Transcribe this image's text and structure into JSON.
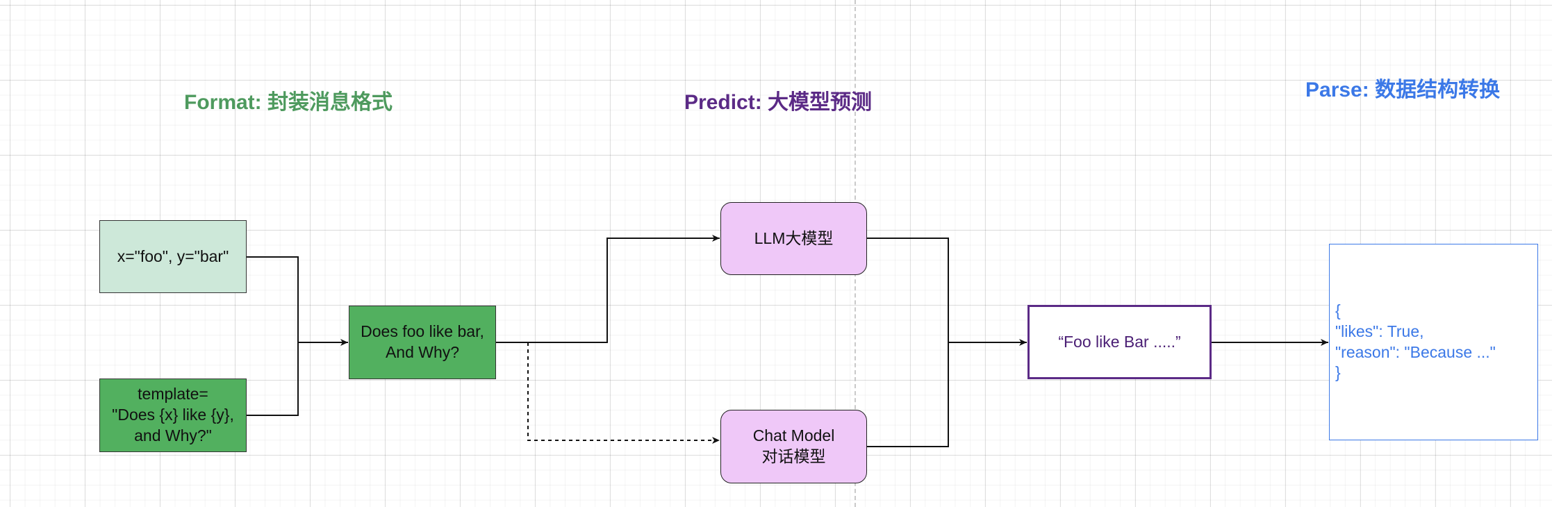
{
  "titles": {
    "format": "Format: 封装消息格式",
    "predict": "Predict: 大模型预测",
    "parse": "Parse: 数据结构转换"
  },
  "nodes": {
    "inputs": "x=\"foo\", y=\"bar\"",
    "template": "template=\n\"Does {x} like {y},\nand Why?\"",
    "prompt": "Does foo like bar,\nAnd Why?",
    "llm": "LLM大模型",
    "chat_model": "Chat Model\n对话模型",
    "output": "“Foo like Bar .....”",
    "parsed": "{\n\"likes\": True,\n\"reason\": \"Because ...\"\n}"
  },
  "colors": {
    "format_title": "#4e9a5e",
    "predict_title": "#5b2a86",
    "parse_title": "#3b78e7",
    "light_green_fill": "#cde8d9",
    "green_fill": "#52b05f",
    "lavender_fill": "#efc8f8",
    "purple_border": "#5b2a86",
    "blue_border": "#3b78e7"
  }
}
